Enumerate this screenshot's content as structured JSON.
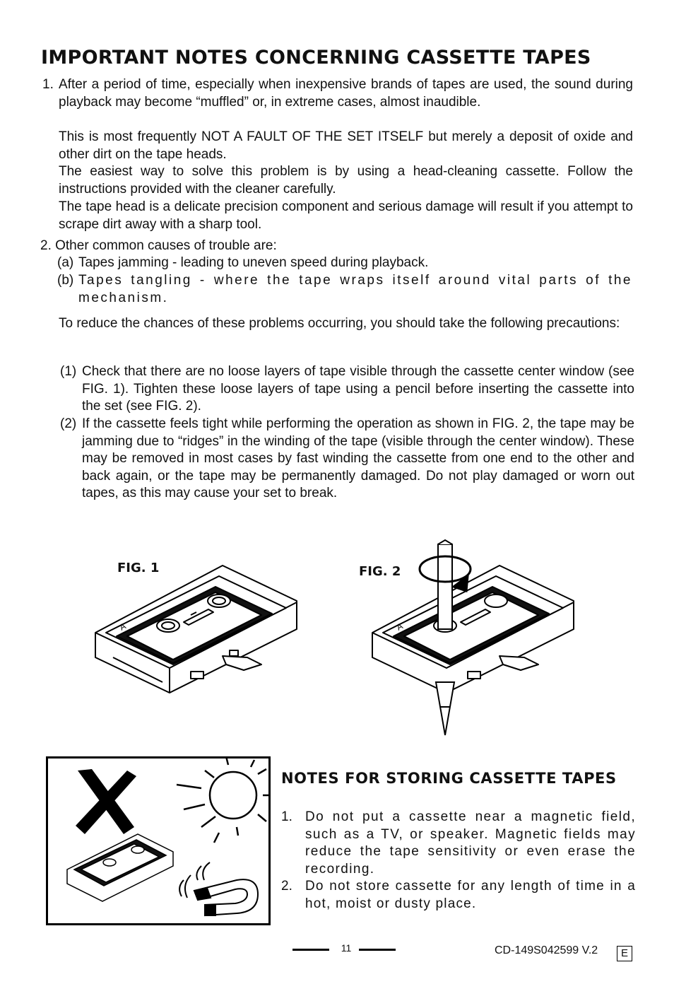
{
  "title": "IMPORTANT NOTES CONCERNING CASSETTE TAPES",
  "note1": {
    "num": "1.",
    "lines": [
      "After a period of time, especially when inexpensive brands of tapes are used, the sound during playback may become “muffled” or, in extreme cases, almost inaudible.",
      "This is most frequently NOT A FAULT OF THE SET ITSELF but merely a deposit of oxide and other dirt on the tape heads.",
      "The easiest way to solve this problem is by using a head-cleaning cassette. Follow the instructions provided with the cleaner carefully.",
      "The tape head is a delicate precision component and serious damage will result if you attempt to scrape dirt away with a sharp tool."
    ]
  },
  "note2": {
    "intro": "2. Other common causes of trouble are:",
    "a_label": "(a)",
    "a_text": "Tapes jamming - leading to uneven speed during playback.",
    "b_label": "(b)",
    "b_text": "Tapes tangling - where the tape wraps itself around vital parts of the mechanism.",
    "reduce": "To reduce the chances of these problems occurring, you should take the following precautions:",
    "p1_label": "(1)",
    "p1_text": "Check that there are no loose layers of tape visible through the cassette center window (see FIG. 1). Tighten these loose layers of tape using a pencil before inserting the cassette into the set (see FIG. 2).",
    "p2_label": "(2)",
    "p2_text": "If the cassette feels tight while performing the operation as shown in FIG. 2, the tape may be jamming due to “ridges” in the winding of the tape (visible through the center window). These may be removed in most cases by fast winding the cassette from one end to the other and back again, or the tape may be permanently damaged. Do not play damaged or worn out tapes, as this may cause your set to break."
  },
  "fig1_label": "FIG. 1",
  "fig2_label": "FIG. 2",
  "cassette_side_letter": "A",
  "storing": {
    "title": "NOTES FOR STORING CASSETTE TAPES",
    "i1_num": "1.",
    "i1_text": "Do not put a cassette near a magnetic field, such as a TV, or speaker. Magnetic fields may reduce the tape sensitivity or even erase the recording.",
    "i2_num": "2.",
    "i2_text": "Do not store cassette for any length of time in a hot, moist or dusty place."
  },
  "footer": {
    "page": "11",
    "code": "CD-149S042599 V.2",
    "lang": "E"
  },
  "icons": [
    "cassette-icon",
    "pencil-icon",
    "rotation-arrow-icon",
    "cross-mark-icon",
    "sun-icon",
    "magnet-icon"
  ]
}
